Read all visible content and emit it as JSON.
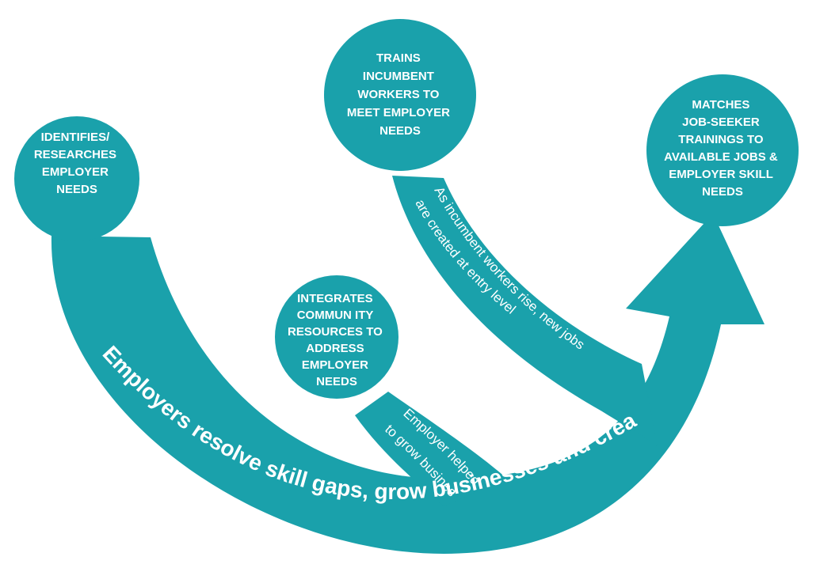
{
  "colors": {
    "teal": "#1aa1ab",
    "text": "#ffffff",
    "background": "#ffffff"
  },
  "nodes": [
    {
      "id": "identifies",
      "lines": [
        "IDENTIFIES/",
        "RESEARCHES",
        "EMPLOYER",
        "NEEDS"
      ]
    },
    {
      "id": "trains",
      "lines": [
        "TRAINS",
        "INCUMBENT",
        "WORKERS TO",
        "MEET EMPLOYER",
        "NEEDS"
      ]
    },
    {
      "id": "matches",
      "lines": [
        "MATCHES",
        "JOB-SEEKER",
        "TRAININGS TO",
        "AVAILABLE JOBS &",
        "EMPLOYER SKILL",
        "NEEDS"
      ]
    },
    {
      "id": "integrates",
      "lines": [
        "INTEGRATES",
        "COMMUN ITY",
        "RESOURCES TO",
        "ADDRESS",
        "EMPLOYER",
        "NEEDS"
      ]
    }
  ],
  "flows": {
    "main": "Employers resolve skill gaps, grow businesses and create new jobs",
    "incumbent_line1": "As incumbent workers rise, new jobs",
    "incumbent_line2": "are created at entry level",
    "employer_line1": "Employer helped",
    "employer_line2": "to grow business"
  }
}
